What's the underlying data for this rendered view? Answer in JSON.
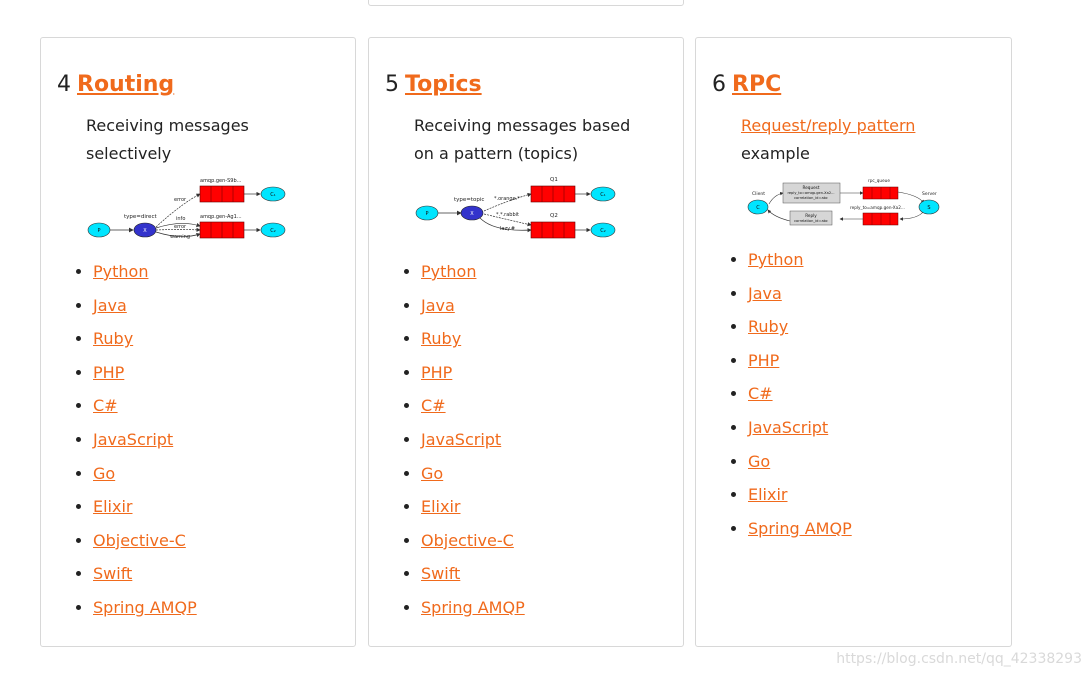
{
  "cards": [
    {
      "number": "4",
      "title": "Routing",
      "description": "Receiving messages selectively",
      "links": [
        "Python",
        "Java",
        "Ruby",
        "PHP",
        "C#",
        "JavaScript",
        "Go",
        "Elixir",
        "Objective-C",
        "Swift",
        "Spring AMQP"
      ],
      "diagram": {
        "queue1": "amqp.gen-S9b...",
        "queue2": "amqp.gen-Ag1...",
        "exchange_type": "type=direct",
        "binding1": "error",
        "binding2": "info",
        "binding3": "error",
        "binding4": "warning",
        "producer": "P",
        "exchange": "X",
        "consumer1": "C₁",
        "consumer2": "C₂"
      }
    },
    {
      "number": "5",
      "title": "Topics",
      "description": "Receiving messages based on a pattern (topics)",
      "links": [
        "Python",
        "Java",
        "Ruby",
        "PHP",
        "C#",
        "JavaScript",
        "Go",
        "Elixir",
        "Objective-C",
        "Swift",
        "Spring AMQP"
      ],
      "diagram": {
        "queue1": "Q1",
        "queue2": "Q2",
        "exchange_type": "type=topic",
        "binding1": "*.orange.*",
        "binding2": "*.*.rabbit",
        "binding3": "lazy.#",
        "producer": "P",
        "exchange": "X",
        "consumer1": "C₁",
        "consumer2": "C₂"
      }
    },
    {
      "number": "6",
      "title": "RPC",
      "description_link": "Request/reply pattern",
      "description_rest": "example",
      "links": [
        "Python",
        "Java",
        "Ruby",
        "PHP",
        "C#",
        "JavaScript",
        "Go",
        "Elixir",
        "Spring AMQP"
      ],
      "diagram": {
        "client_label": "Client",
        "server_label": "Server",
        "rpc_queue": "rpc_queue",
        "reply_queue": "reply_to=amqp.gen-Xa2...",
        "request_title": "Request",
        "request_line1": "reply_to=amqp.gen-Xa2...",
        "request_line2": "correlation_id=abc",
        "reply_title": "Reply",
        "reply_line1": "correlation_id=abc",
        "client_node": "C",
        "server_node": "S"
      }
    }
  ],
  "watermark": "https://blog.csdn.net/qq_42338293",
  "colors": {
    "accent": "#f06a1c",
    "queue": "#ff0000",
    "producer": "#00e5ff",
    "exchange": "#3333cc"
  }
}
